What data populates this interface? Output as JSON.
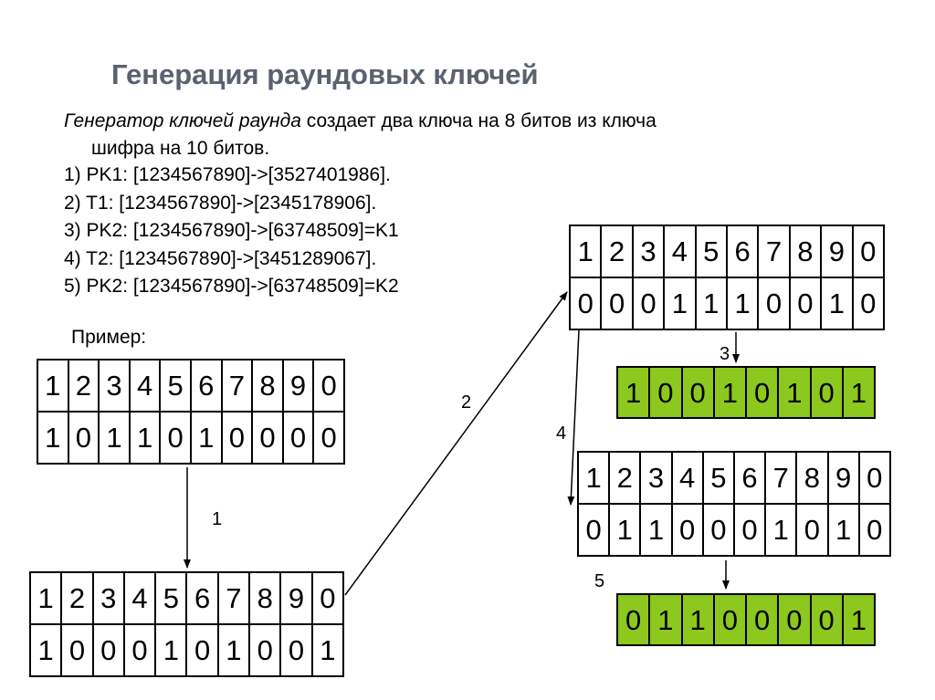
{
  "title": "Генерация раундовых ключей",
  "intro": {
    "italic": "Генератор ключей раунда",
    "line1_rest": " создает два ключа на 8 битов из ключа",
    "line2": "шифра на 10 битов."
  },
  "steps": [
    "1) PK1: [1234567890]->[3527401986].",
    "2) T1: [1234567890]->[2345178906].",
    "3) PK2: [1234567890]->[63748509]=K1",
    "4) T2: [1234567890]->[3451289067].",
    "5) PK2: [1234567890]->[63748509]=K2"
  ],
  "example_label": "Пример:",
  "arrow_labels": [
    "1",
    "2",
    "3",
    "4",
    "5"
  ],
  "colors": {
    "title": "#5a6170",
    "key_fill": "#8cc81e"
  },
  "tables": {
    "initial": {
      "index": [
        "1",
        "2",
        "3",
        "4",
        "5",
        "6",
        "7",
        "8",
        "9",
        "0"
      ],
      "bits": [
        "1",
        "0",
        "1",
        "1",
        "0",
        "1",
        "0",
        "0",
        "0",
        "0"
      ]
    },
    "after_pk1": {
      "index": [
        "1",
        "2",
        "3",
        "4",
        "5",
        "6",
        "7",
        "8",
        "9",
        "0"
      ],
      "bits": [
        "1",
        "0",
        "0",
        "0",
        "1",
        "0",
        "1",
        "0",
        "0",
        "1"
      ]
    },
    "after_t1": {
      "index": [
        "1",
        "2",
        "3",
        "4",
        "5",
        "6",
        "7",
        "8",
        "9",
        "0"
      ],
      "bits": [
        "0",
        "0",
        "0",
        "1",
        "1",
        "1",
        "0",
        "0",
        "1",
        "0"
      ]
    },
    "k1": {
      "bits": [
        "1",
        "0",
        "0",
        "1",
        "0",
        "1",
        "0",
        "1"
      ]
    },
    "after_t2": {
      "index": [
        "1",
        "2",
        "3",
        "4",
        "5",
        "6",
        "7",
        "8",
        "9",
        "0"
      ],
      "bits": [
        "0",
        "1",
        "1",
        "0",
        "0",
        "0",
        "1",
        "0",
        "1",
        "0"
      ]
    },
    "k2": {
      "bits": [
        "0",
        "1",
        "1",
        "0",
        "0",
        "0",
        "0",
        "1"
      ]
    }
  }
}
